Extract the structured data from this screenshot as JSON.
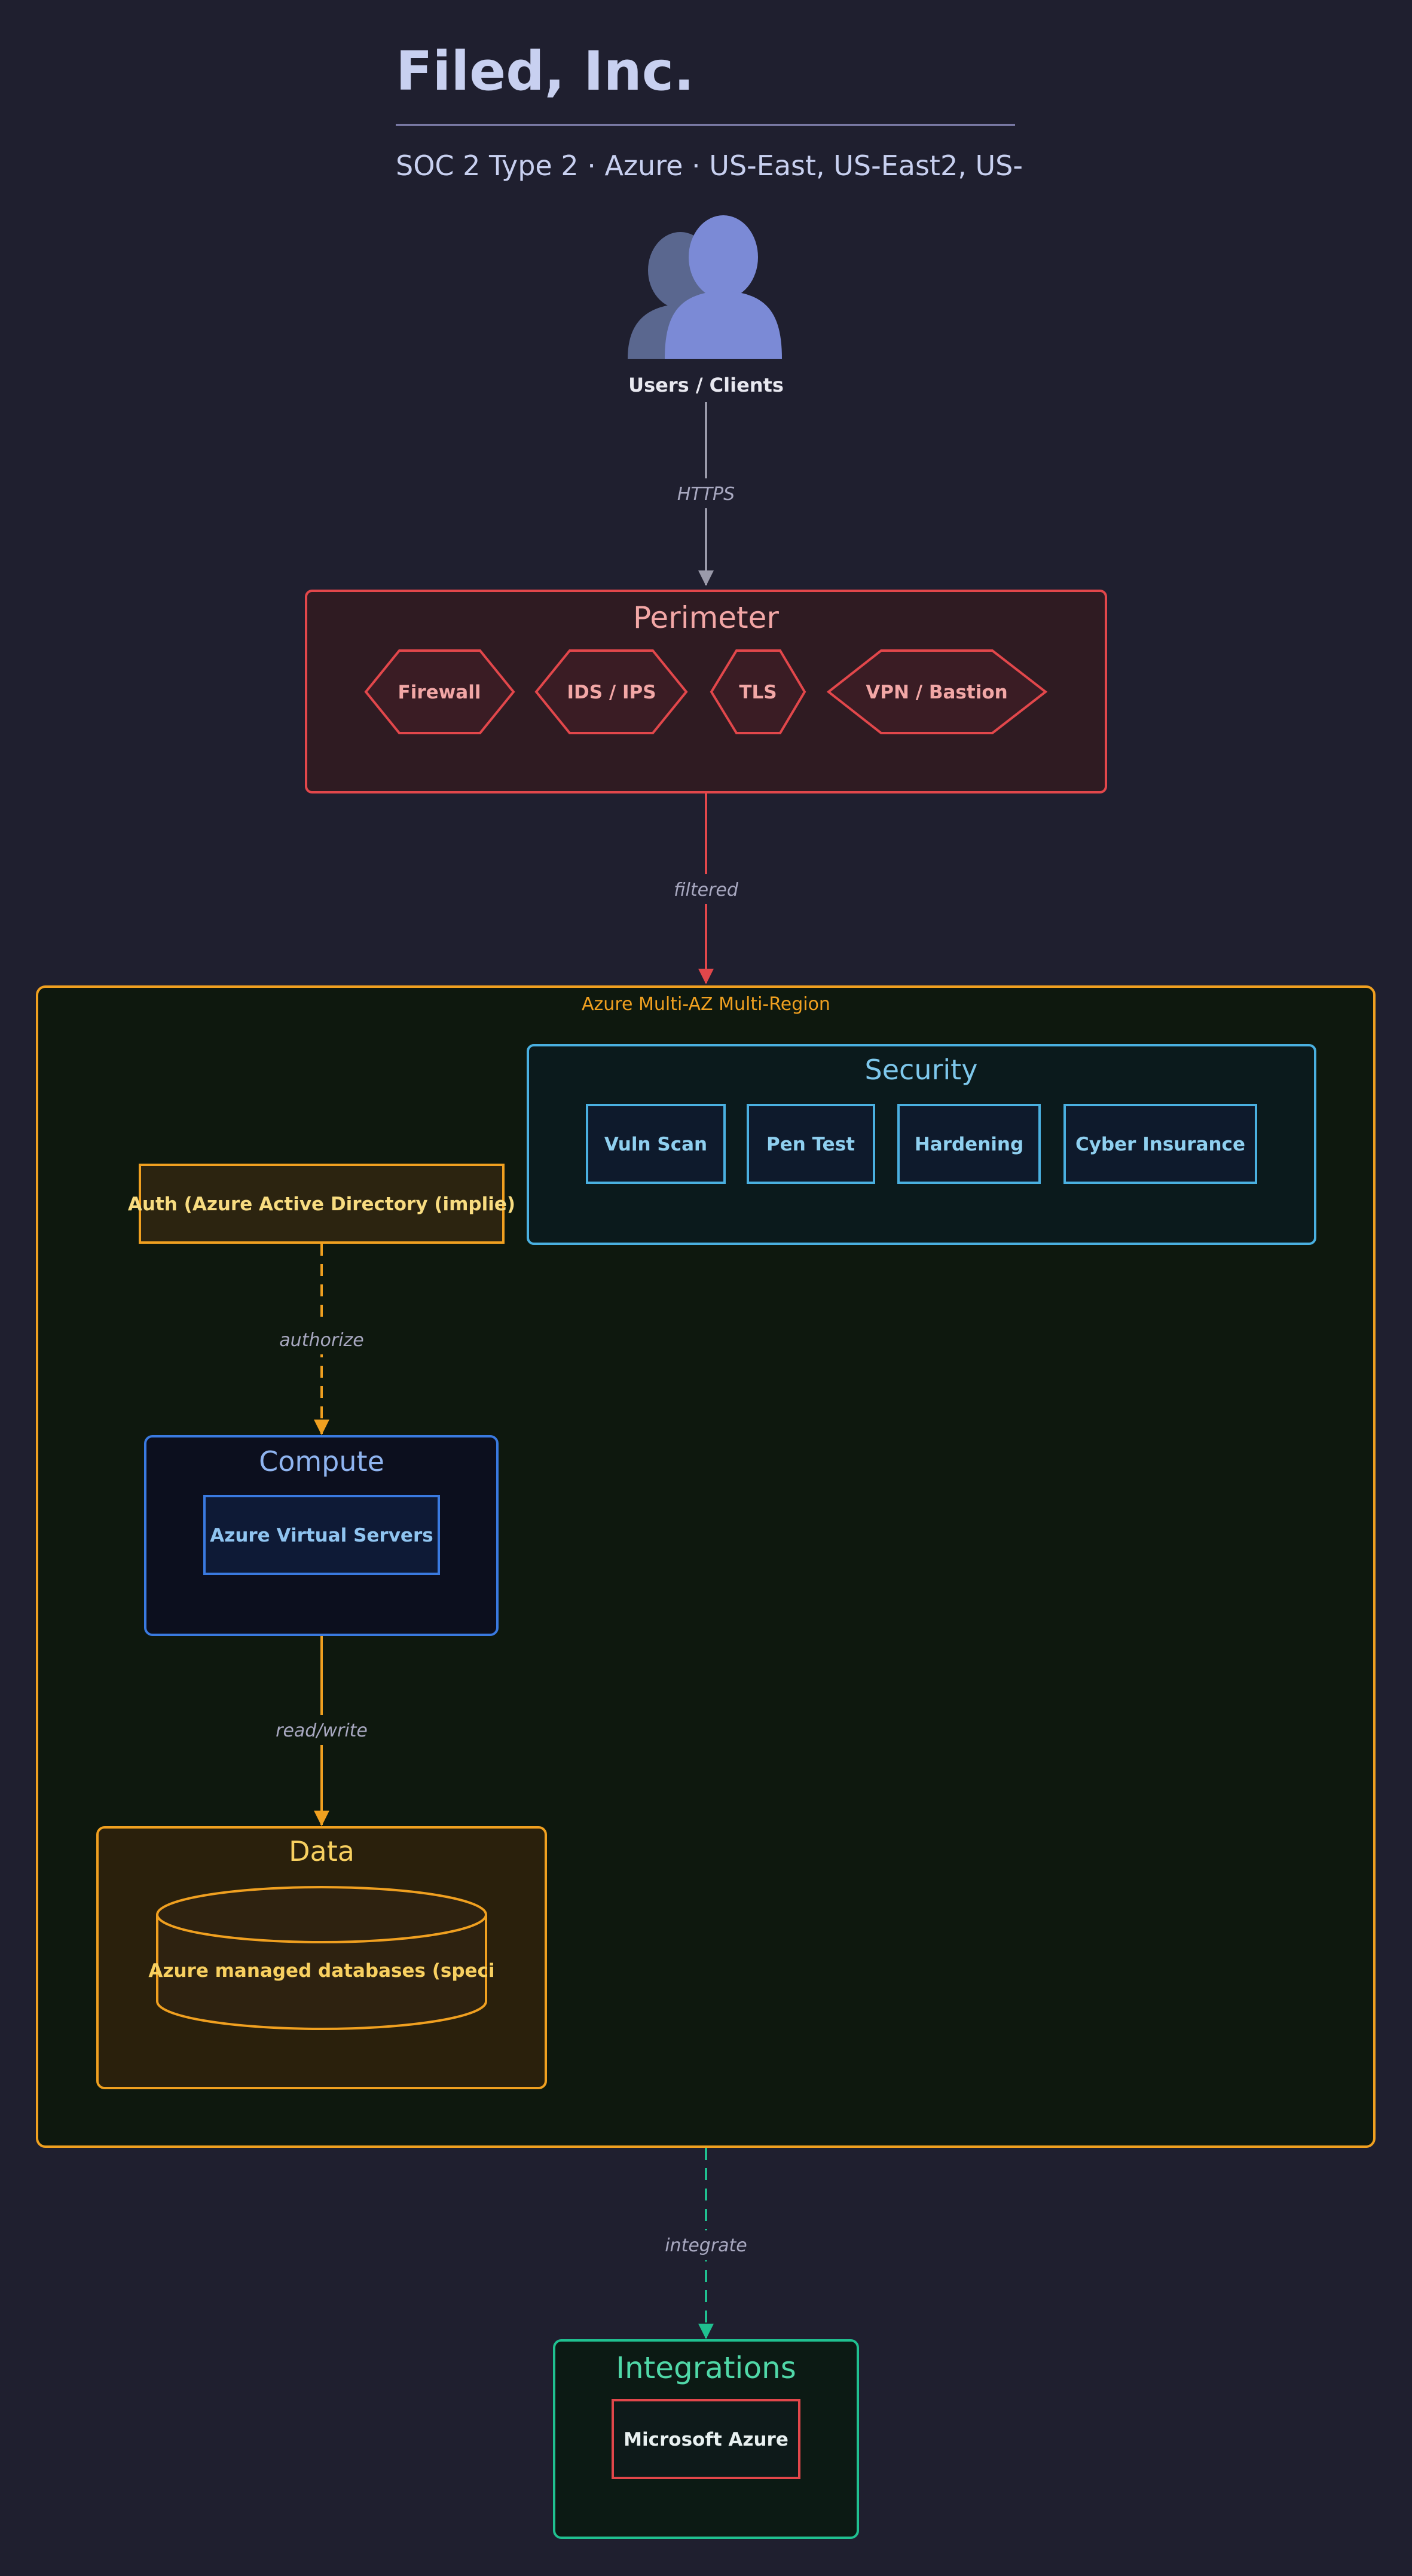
{
  "header": {
    "title": "Filed, Inc.",
    "subtitle": "SOC 2 Type 2 · Azure · US-East, US-East2, US-"
  },
  "users": {
    "label": "Users / Clients",
    "icon": "users-icon"
  },
  "edges": {
    "https": "HTTPS",
    "filtered": "filtered",
    "authorize": "authorize",
    "read_write": "read/write",
    "integrate": "integrate"
  },
  "perimeter": {
    "title": "Perimeter",
    "items": [
      "Firewall",
      "IDS / IPS",
      "TLS",
      "VPN / Bastion"
    ]
  },
  "region": {
    "label": "Azure Multi-AZ Multi-Region"
  },
  "security": {
    "title": "Security",
    "items": [
      "Vuln Scan",
      "Pen Test",
      "Hardening",
      "Cyber Insurance"
    ]
  },
  "auth": {
    "label": "Auth (Azure Active Directory (implie)"
  },
  "compute": {
    "title": "Compute",
    "item": "Azure Virtual Servers"
  },
  "data_group": {
    "title": "Data",
    "item": "Azure managed databases (speci"
  },
  "integrations": {
    "title": "Integrations",
    "item": "Microsoft Azure"
  },
  "colors": {
    "background": "#1f1f2f",
    "title": "#c8d0f0",
    "perimeter": "#e2474b",
    "region": "#f0a020",
    "security": "#4ab0e0",
    "compute": "#3a7ae0",
    "integrations": "#20c090",
    "users": "#7b8ad6"
  }
}
